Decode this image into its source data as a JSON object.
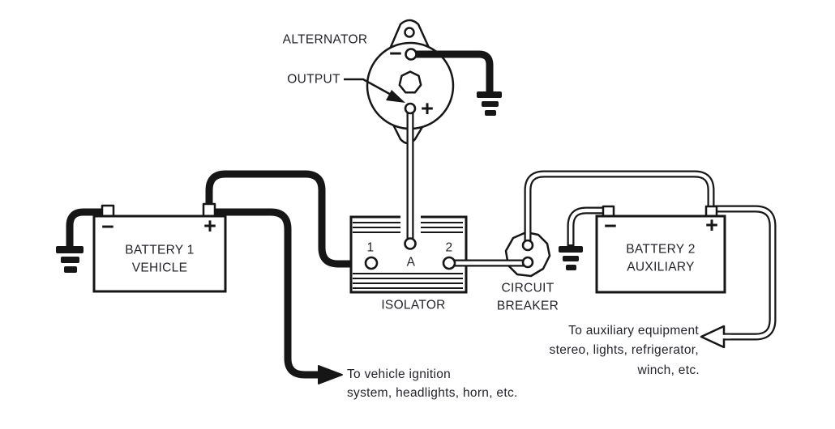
{
  "colors": {
    "line": "#161616",
    "text": "#23232a",
    "background": "#ffffff"
  },
  "alternator": {
    "label": "ALTERNATOR",
    "output_label": "OUTPUT",
    "negative_sign": "−",
    "positive_sign": "+"
  },
  "battery1": {
    "name_line1": "BATTERY 1",
    "name_line2": "VEHICLE",
    "negative_sign": "−",
    "positive_sign": "+"
  },
  "battery2": {
    "name_line1": "BATTERY 2",
    "name_line2": "AUXILIARY",
    "negative_sign": "−",
    "positive_sign": "+"
  },
  "isolator": {
    "label": "ISOLATOR",
    "terminal_1": "1",
    "terminal_a": "A",
    "terminal_2": "2"
  },
  "circuit_breaker": {
    "label_line1": "CIRCUIT",
    "label_line2": "BREAKER"
  },
  "notes": {
    "vehicle": {
      "line1": "To vehicle ignition",
      "line2": "system, headlights, horn, etc."
    },
    "auxiliary": {
      "line1": "To auxiliary equipment",
      "line2": "stereo, lights, refrigerator,",
      "line3": "winch, etc."
    }
  }
}
